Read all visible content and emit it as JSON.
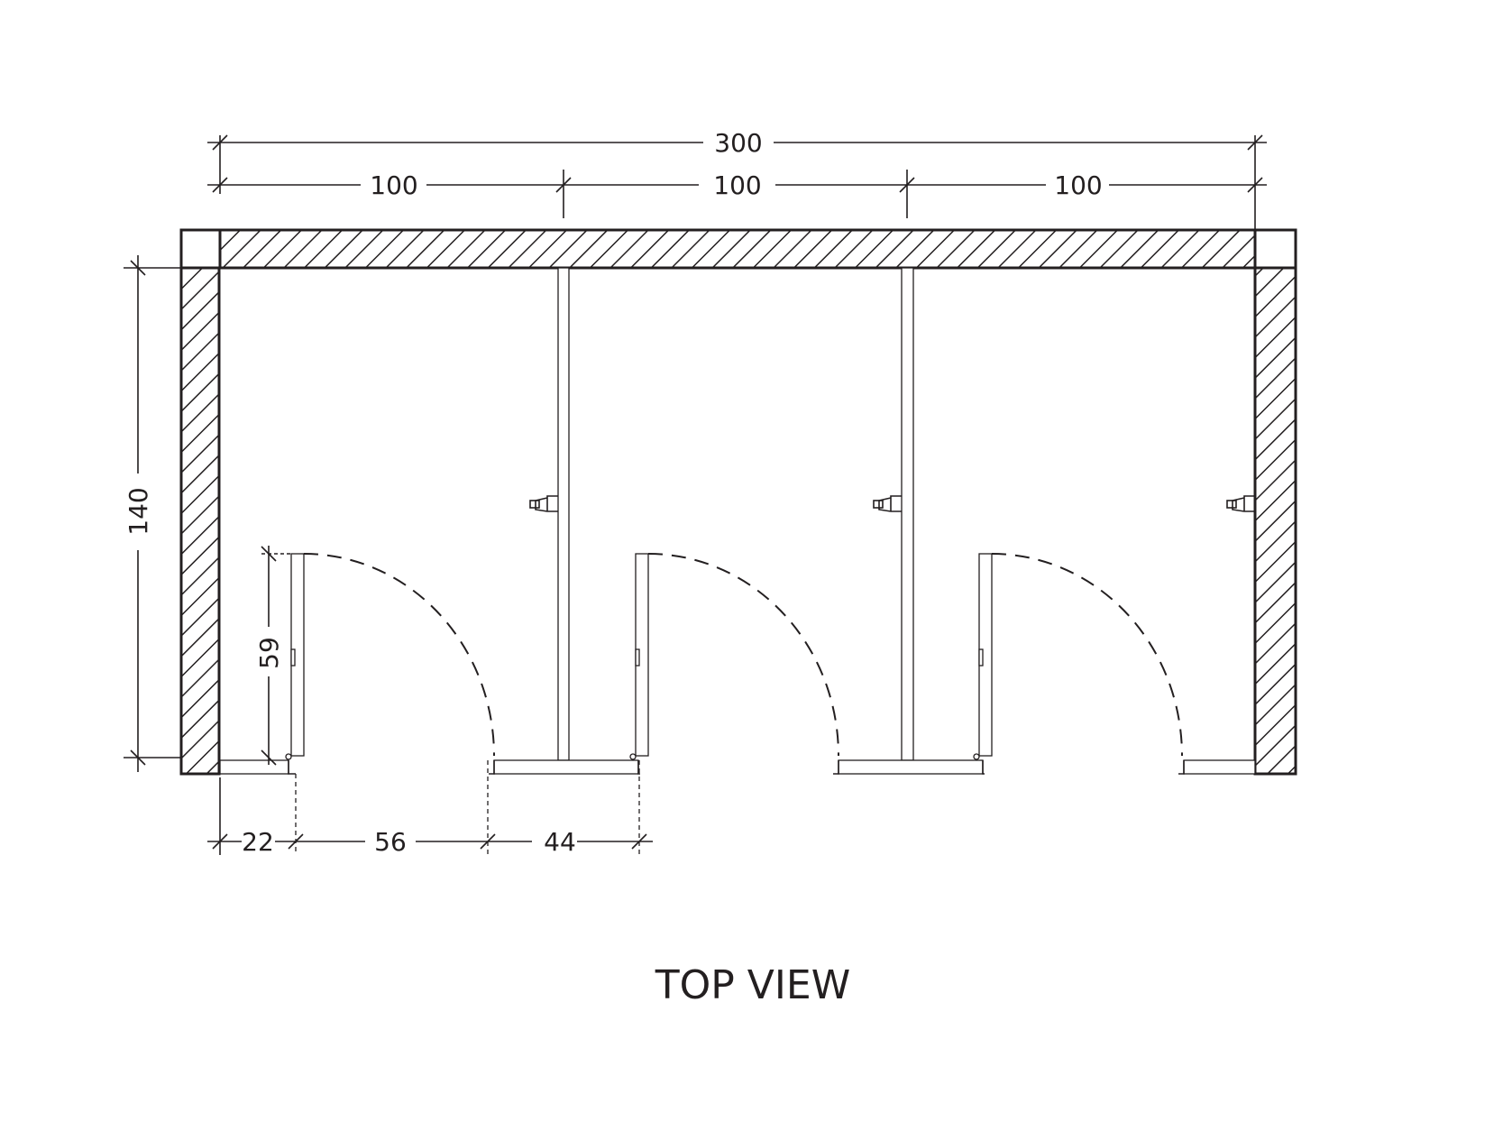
{
  "title": "TOP VIEW",
  "dimensions": {
    "overall_width": "300",
    "cubicle_widths": [
      "100",
      "100",
      "100"
    ],
    "depth": "140",
    "door_length": "59",
    "bottom": [
      "22",
      "56",
      "44"
    ]
  },
  "colors": {
    "line": "#231f20",
    "background": "#ffffff"
  }
}
